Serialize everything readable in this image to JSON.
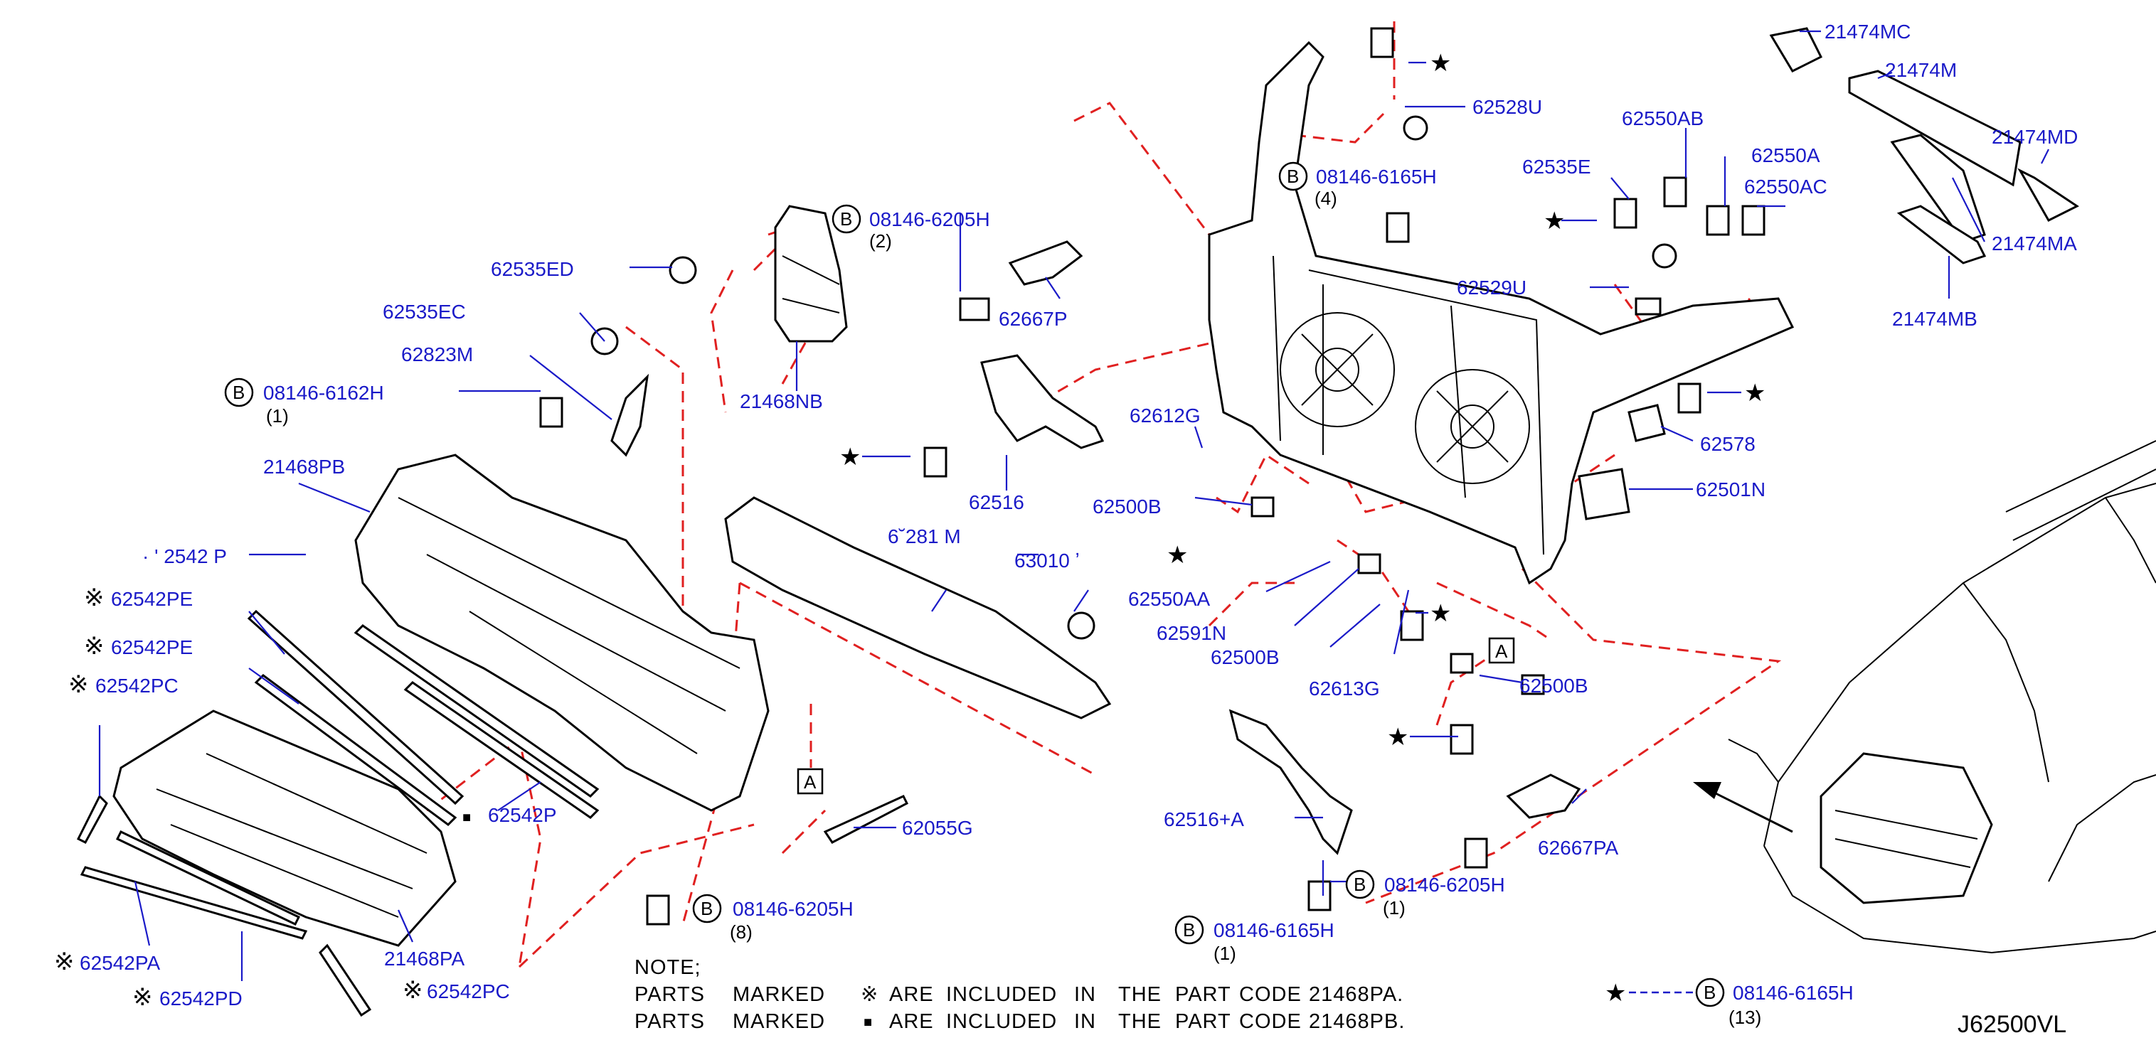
{
  "callouts": {
    "c21474MC": "21474MC",
    "c21474M": "21474M",
    "c21474MD": "21474MD",
    "c21474MA": "21474MA",
    "c21474MB": "21474MB",
    "c62528U": "62528U",
    "c62550AB": "62550AB",
    "c62550A": "62550A",
    "c62550AC": "62550AC",
    "c62535E": "62535E",
    "c62529U": "62529U",
    "c62578": "62578",
    "c62501N": "62501N",
    "c62612G": "62612G",
    "c62500B_1": "62500B",
    "c62550AA": "62550AA",
    "c62591N": "62591N",
    "c62500B_2": "62500B",
    "c62613G": "62613G",
    "c62500B_3": "62500B",
    "c62516A": "62516+A",
    "c62667PA": "62667PA",
    "c62667P": "62667P",
    "c62516": "62516",
    "c21468NB": "21468NB",
    "c62535ED": "62535ED",
    "c62535EC": "62535EC",
    "c62823M": "62823M",
    "c21468PB": "21468PB",
    "c62542PE_1": "62542PE",
    "c62542PE_2": "62542PE",
    "c62542PC_1": "62542PC",
    "c62542P": "62542P",
    "c62542PA": "62542PA",
    "c62542PD": "62542PD",
    "c62542PC_2": "62542PC",
    "c21468PA": "21468PA",
    "c62055G": "62055G",
    "c62542P_partial": "· ' 2542 P",
    "c62281M_partial": "6˘281 M",
    "c63010_partial": "63010 ʼ"
  },
  "bolts": {
    "b1": {
      "letter": "B",
      "code": "08146-6205H",
      "qty": "(2)"
    },
    "b2": {
      "letter": "B",
      "code": "08146-6165H",
      "qty": "(4)"
    },
    "b3": {
      "letter": "B",
      "code": "08146-6162H",
      "qty": "(1)"
    },
    "b4": {
      "letter": "B",
      "code": "08146-6205H",
      "qty": "(8)"
    },
    "b5": {
      "letter": "B",
      "code": "08146-6205H",
      "qty": "(1)"
    },
    "b6": {
      "letter": "B",
      "code": "08146-6165H",
      "qty": "(1)"
    },
    "b7": {
      "letter": "B",
      "code": "08146-6165H",
      "qty": "(13)"
    }
  },
  "marks": {
    "ref_mark": "※",
    "square_mark": "■",
    "star": "★",
    "box_letter": "A"
  },
  "note": {
    "title": "NOTE;",
    "line1": [
      "PARTS",
      "MARKED",
      "※",
      "ARE",
      "INCLUDED",
      "IN",
      "THE",
      "PART",
      "CODE",
      "21468PA."
    ],
    "line2": [
      "PARTS",
      "MARKED",
      "■",
      "ARE",
      "INCLUDED",
      "IN",
      "THE",
      "PART",
      "CODE",
      "21468PB."
    ]
  },
  "diagram_ref": "J62500VL",
  "colors": {
    "callout": "#1a1ac8",
    "dashed_leader": "#e02020",
    "ink": "#000000"
  }
}
